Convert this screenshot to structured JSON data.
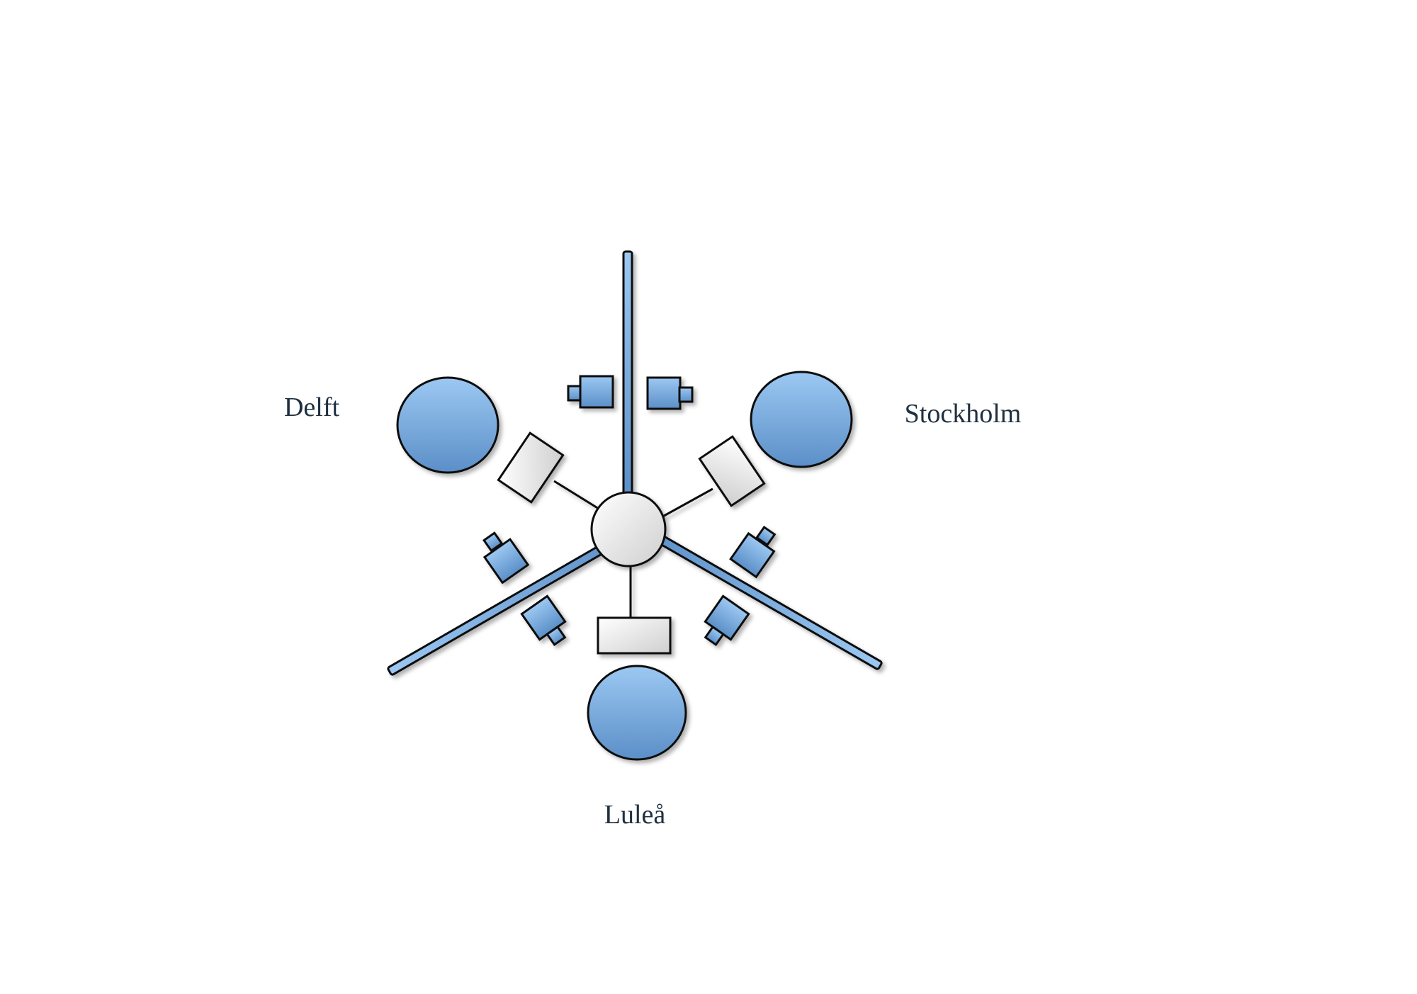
{
  "diagram": {
    "labels": {
      "delft": "Delft",
      "stockholm": "Stockholm",
      "lulea": "Luleå"
    },
    "colors": {
      "blue_light": "#9cc8f2",
      "blue_dark": "#5b8fc8",
      "gray_light": "#ffffff",
      "gray_dark": "#cfcfcf",
      "stroke": "#111111"
    }
  }
}
